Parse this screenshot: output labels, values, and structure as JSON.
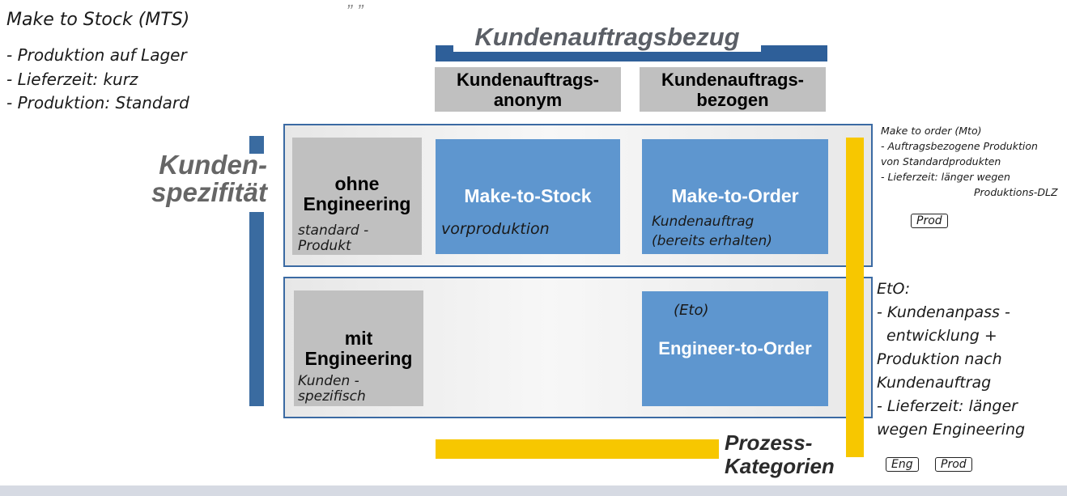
{
  "note_mts": {
    "title": "Make to Stock (MTS)",
    "lines": [
      "- Produktion auf Lager",
      "- Lieferzeit: kurz",
      "- Produktion: Standard"
    ]
  },
  "header": {
    "title": "Kundenauftragsbezug",
    "col1_line1": "Kundenauftrags-",
    "col1_line2": "anonym",
    "col2_line1": "Kundenauftrags-",
    "col2_line2": "bezogen"
  },
  "side": {
    "line1": "Kunden-",
    "line2": "spezifität"
  },
  "rows": {
    "row1_line1": "ohne",
    "row1_line2": "Engineering",
    "row1_note1": "standard -",
    "row1_note2": "Produkt",
    "row2_line1": "mit",
    "row2_line2": "Engineering",
    "row2_note1": "Kunden -",
    "row2_note2": "spezifisch"
  },
  "boxes": {
    "mts": "Make-to-Stock",
    "mts_note": "vorproduktion",
    "mto": "Make-to-Order",
    "mto_note1": "Kundenauftrag",
    "mto_note2": "(bereits erhalten)",
    "eto": "Engineer-to-Order",
    "eto_note": "(Eto)"
  },
  "process": {
    "line1": "Prozess-",
    "line2": "Kategorien"
  },
  "note_mto": {
    "lines": [
      "Make to order (Mto)",
      "- Auftragsbezogene Produktion",
      "von Standardprodukten",
      "- Lieferzeit: länger wegen",
      "Produktions-DLZ"
    ],
    "tag": "Prod"
  },
  "note_eto": {
    "lines": [
      "EtO:",
      "- Kundenanpass -",
      "entwicklung +",
      "Produktion nach",
      "Kundenauftrag",
      "- Lieferzeit: länger",
      "wegen Engineering"
    ],
    "tag1": "Eng",
    "tag2": "Prod"
  }
}
